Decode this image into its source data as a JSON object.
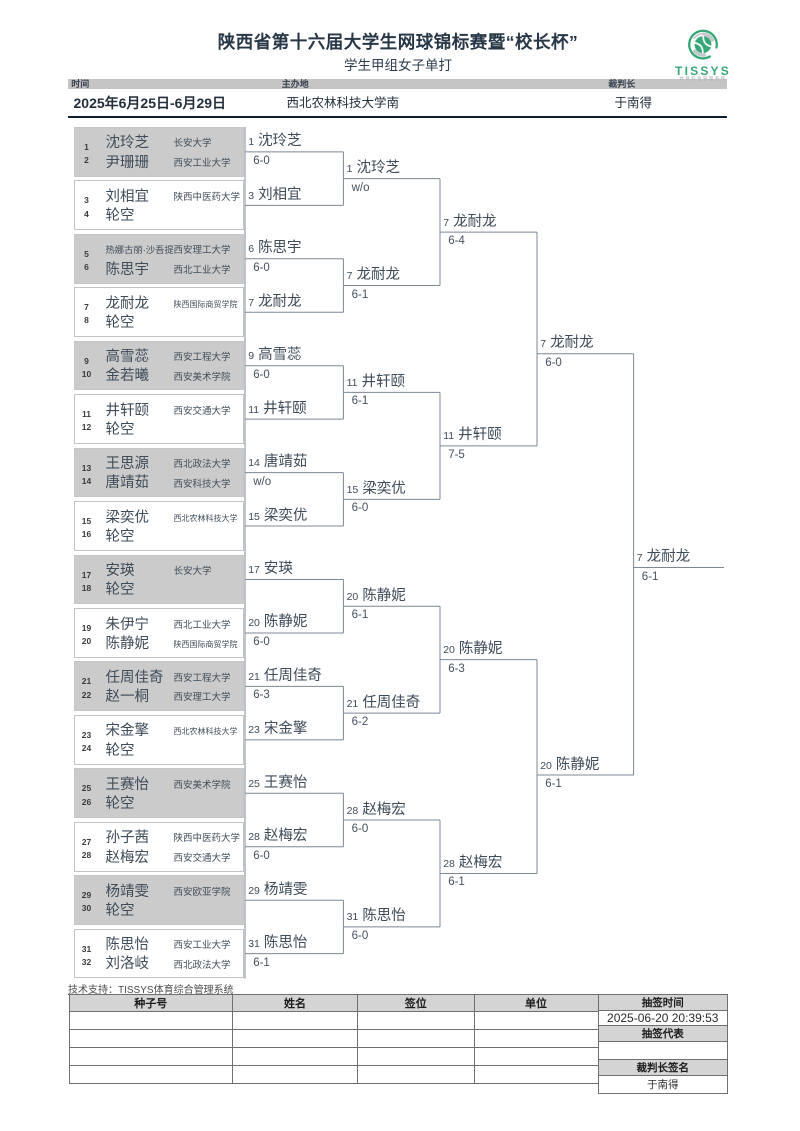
{
  "header": {
    "title": "陕西省第十六届大学生网球锦标赛暨“校长杯”",
    "subtitle": "学生甲组女子单打",
    "logo": {
      "brand": "TISSYS",
      "tagline": "体育综合管理系统"
    },
    "info": [
      {
        "label": "时间",
        "value": "2025年6月25日-6月29日"
      },
      {
        "label": "主办地",
        "value": "西北农林科技大学南"
      },
      {
        "label": "裁判长",
        "value": "于南得"
      }
    ]
  },
  "bracket": {
    "groups": [
      {
        "seeds": [
          "1",
          "2"
        ],
        "shaded": true,
        "players": [
          {
            "name": "沈玲芝",
            "club": "长安大学"
          },
          {
            "name": "尹珊珊",
            "club": "西安工业大学"
          }
        ]
      },
      {
        "seeds": [
          "3",
          "4"
        ],
        "shaded": false,
        "players": [
          {
            "name": "刘相宜",
            "club": "陕西中医药大学"
          },
          {
            "name": "轮空",
            "club": ""
          }
        ]
      },
      {
        "seeds": [
          "5",
          "6"
        ],
        "shaded": true,
        "players": [
          {
            "name": "热娜古丽·沙吾提",
            "club": "西安理工大学"
          },
          {
            "name": "陈思宇",
            "club": "西北工业大学"
          }
        ]
      },
      {
        "seeds": [
          "7",
          "8"
        ],
        "shaded": false,
        "players": [
          {
            "name": "龙耐龙",
            "club": "陕西国际商贸学院"
          },
          {
            "name": "轮空",
            "club": ""
          }
        ]
      },
      {
        "seeds": [
          "9",
          "10"
        ],
        "shaded": true,
        "players": [
          {
            "name": "高雪蕊",
            "club": "西安工程大学"
          },
          {
            "name": "金若曦",
            "club": "西安美术学院"
          }
        ]
      },
      {
        "seeds": [
          "11",
          "12"
        ],
        "shaded": false,
        "players": [
          {
            "name": "井轩颐",
            "club": "西安交通大学"
          },
          {
            "name": "轮空",
            "club": ""
          }
        ]
      },
      {
        "seeds": [
          "13",
          "14"
        ],
        "shaded": true,
        "players": [
          {
            "name": "王思源",
            "club": "西北政法大学"
          },
          {
            "name": "唐靖茹",
            "club": "西安科技大学"
          }
        ]
      },
      {
        "seeds": [
          "15",
          "16"
        ],
        "shaded": false,
        "players": [
          {
            "name": "梁奕优",
            "club": "西北农林科技大学"
          },
          {
            "name": "轮空",
            "club": ""
          }
        ]
      },
      {
        "seeds": [
          "17",
          "18"
        ],
        "shaded": true,
        "players": [
          {
            "name": "安瑛",
            "club": "长安大学"
          },
          {
            "name": "轮空",
            "club": ""
          }
        ]
      },
      {
        "seeds": [
          "19",
          "20"
        ],
        "shaded": false,
        "players": [
          {
            "name": "朱伊宁",
            "club": "西北工业大学"
          },
          {
            "name": "陈静妮",
            "club": "陕西国际商贸学院"
          }
        ]
      },
      {
        "seeds": [
          "21",
          "22"
        ],
        "shaded": true,
        "players": [
          {
            "name": "任周佳奇",
            "club": "西安工程大学"
          },
          {
            "name": "赵一桐",
            "club": "西安理工大学"
          }
        ]
      },
      {
        "seeds": [
          "23",
          "24"
        ],
        "shaded": false,
        "players": [
          {
            "name": "宋金擎",
            "club": "西北农林科技大学"
          },
          {
            "name": "轮空",
            "club": ""
          }
        ]
      },
      {
        "seeds": [
          "25",
          "26"
        ],
        "shaded": true,
        "players": [
          {
            "name": "王赛怡",
            "club": "西安美术学院"
          },
          {
            "name": "轮空",
            "club": ""
          }
        ]
      },
      {
        "seeds": [
          "27",
          "28"
        ],
        "shaded": false,
        "players": [
          {
            "name": "孙子茜",
            "club": "陕西中医药大学"
          },
          {
            "name": "赵梅宏",
            "club": "西安交通大学"
          }
        ]
      },
      {
        "seeds": [
          "29",
          "30"
        ],
        "shaded": true,
        "players": [
          {
            "name": "杨靖雯",
            "club": "西安欧亚学院"
          },
          {
            "name": "轮空",
            "club": ""
          }
        ]
      },
      {
        "seeds": [
          "31",
          "32"
        ],
        "shaded": false,
        "players": [
          {
            "name": "陈思怡",
            "club": "西安工业大学"
          },
          {
            "name": "刘洛岐",
            "club": "西北政法大学"
          }
        ]
      }
    ],
    "rounds": [
      {
        "entries": [
          {
            "seed": "1",
            "name": "沈玲芝",
            "score": "6-0"
          },
          {
            "seed": "3",
            "name": "刘相宜",
            "score": ""
          },
          {
            "seed": "6",
            "name": "陈思宇",
            "score": "6-0"
          },
          {
            "seed": "7",
            "name": "龙耐龙",
            "score": ""
          },
          {
            "seed": "9",
            "name": "高雪蕊",
            "score": "6-0"
          },
          {
            "seed": "11",
            "name": "井轩颐",
            "score": ""
          },
          {
            "seed": "14",
            "name": "唐靖茹",
            "score": "w/o"
          },
          {
            "seed": "15",
            "name": "梁奕优",
            "score": ""
          },
          {
            "seed": "17",
            "name": "安瑛",
            "score": ""
          },
          {
            "seed": "20",
            "name": "陈静妮",
            "score": "6-0"
          },
          {
            "seed": "21",
            "name": "任周佳奇",
            "score": "6-3"
          },
          {
            "seed": "23",
            "name": "宋金擎",
            "score": ""
          },
          {
            "seed": "25",
            "name": "王赛怡",
            "score": ""
          },
          {
            "seed": "28",
            "name": "赵梅宏",
            "score": "6-0"
          },
          {
            "seed": "29",
            "name": "杨靖雯",
            "score": ""
          },
          {
            "seed": "31",
            "name": "陈思怡",
            "score": "6-1"
          }
        ]
      },
      {
        "entries": [
          {
            "seed": "1",
            "name": "沈玲芝",
            "score": "w/o"
          },
          {
            "seed": "7",
            "name": "龙耐龙",
            "score": "6-1"
          },
          {
            "seed": "11",
            "name": "井轩颐",
            "score": "6-1"
          },
          {
            "seed": "15",
            "name": "梁奕优",
            "score": "6-0"
          },
          {
            "seed": "20",
            "name": "陈静妮",
            "score": "6-1"
          },
          {
            "seed": "21",
            "name": "任周佳奇",
            "score": "6-2"
          },
          {
            "seed": "28",
            "name": "赵梅宏",
            "score": "6-0"
          },
          {
            "seed": "31",
            "name": "陈思怡",
            "score": "6-0"
          }
        ]
      },
      {
        "entries": [
          {
            "seed": "7",
            "name": "龙耐龙",
            "score": "6-4"
          },
          {
            "seed": "11",
            "name": "井轩颐",
            "score": "7-5"
          },
          {
            "seed": "20",
            "name": "陈静妮",
            "score": "6-3"
          },
          {
            "seed": "28",
            "name": "赵梅宏",
            "score": "6-1"
          }
        ]
      },
      {
        "entries": [
          {
            "seed": "7",
            "name": "龙耐龙",
            "score": "6-0"
          },
          {
            "seed": "20",
            "name": "陈静妮",
            "score": "6-1"
          }
        ]
      },
      {
        "entries": [
          {
            "seed": "7",
            "name": "龙耐龙",
            "score": "6-1"
          }
        ]
      }
    ]
  },
  "footer": {
    "support": "技术支持：TISSYS体育综合管理系统"
  },
  "bottom_table": {
    "headers": [
      "种子号",
      "姓名",
      "签位",
      "单位"
    ],
    "rows": [
      [
        "",
        "",
        "",
        ""
      ],
      [
        "",
        "",
        "",
        ""
      ],
      [
        "",
        "",
        "",
        ""
      ],
      [
        "",
        "",
        "",
        ""
      ]
    ],
    "side": [
      {
        "label": "抽签时间",
        "value": "2025-06-20 20:39:53"
      },
      {
        "label": "抽签代表",
        "value": ""
      },
      {
        "label": "裁判长签名",
        "value": "于南得"
      }
    ]
  },
  "colors": {
    "accent_green": "#35a877",
    "shaded_box": "#cbcbcb",
    "bar_gray": "#c5c5c5",
    "table_header_gray": "#d4d4d4",
    "ink_dark": "#1d2b3a",
    "ink_slate": "#3e4b58",
    "line_gray": "#7d8893"
  }
}
